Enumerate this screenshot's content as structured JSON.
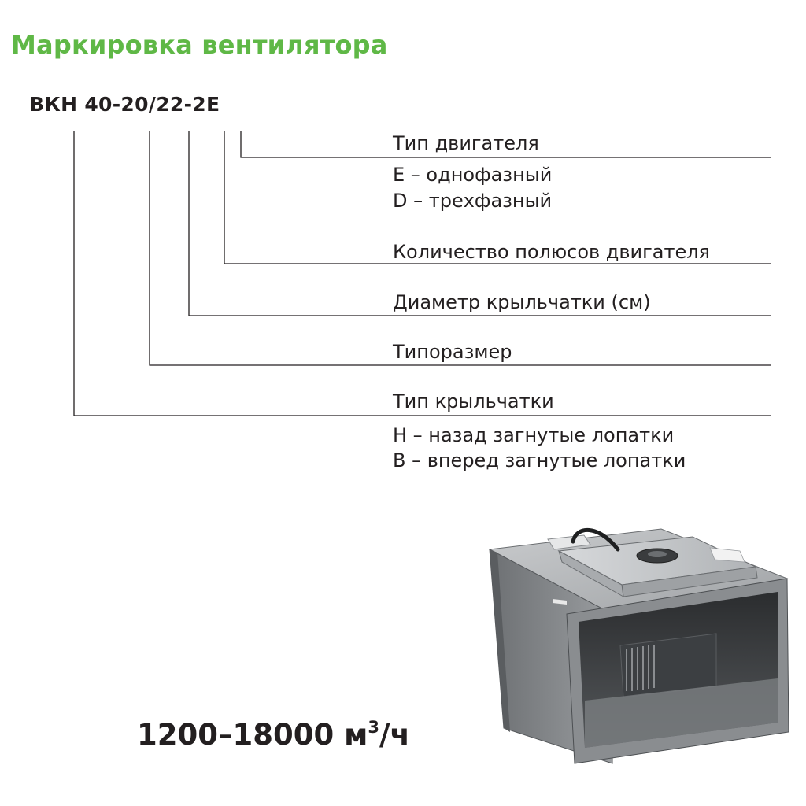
{
  "title": "Маркировка вентилятора",
  "model_code": "ВКН 40-20/22-2Е",
  "legend": {
    "motor_type": "Тип двигателя",
    "motor_e": "E – однофазный",
    "motor_d": "D – трехфазный",
    "poles": "Количество полюсов двигателя",
    "impeller_diameter": "Диаметр крыльчатки (см)",
    "size": "Типоразмер",
    "impeller_type": "Тип крыльчатки",
    "impeller_h": "H – назад загнутые лопатки",
    "impeller_b": "В – вперед загнутые лопатки"
  },
  "airflow": {
    "value": "1200–18000 м",
    "superscript": "3",
    "unit": "/ч"
  },
  "colors": {
    "title": "#5fb846",
    "text": "#231f20",
    "lines": "#231f20"
  }
}
